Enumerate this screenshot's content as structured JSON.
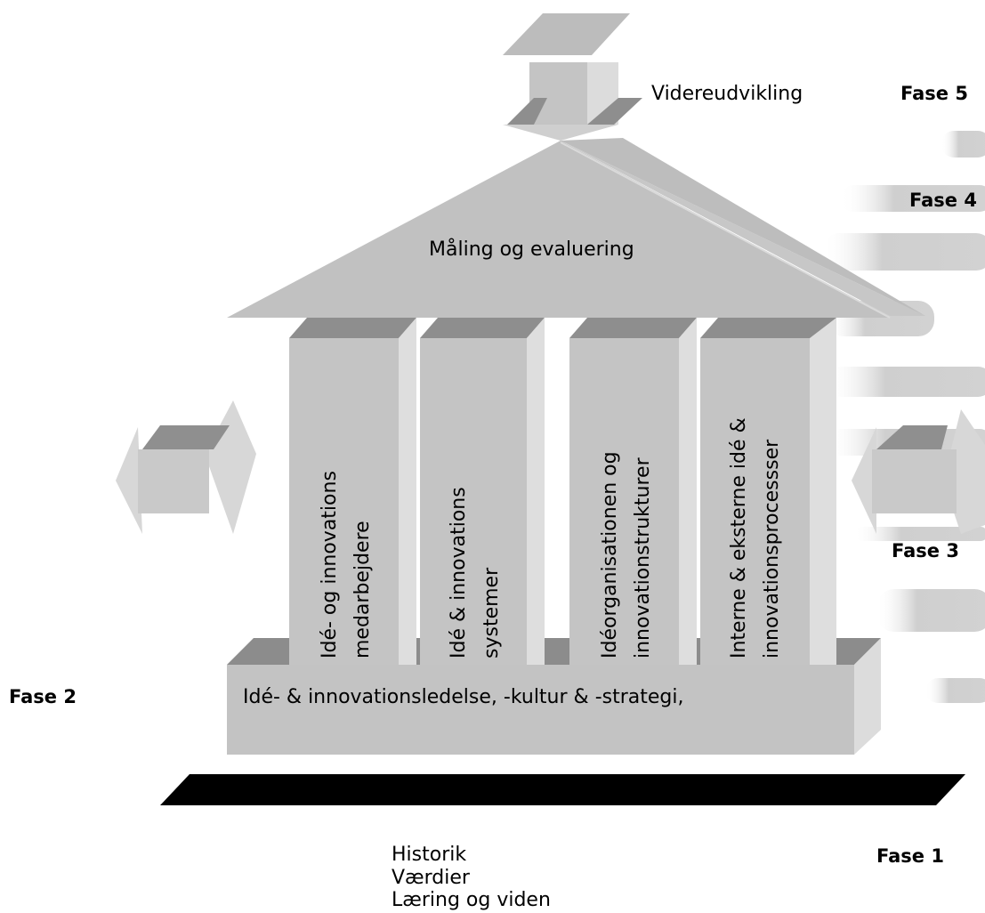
{
  "phases": {
    "fase1": "Fase 1",
    "fase2": "Fase 2",
    "fase3": "Fase 3",
    "fase4": "Fase 4",
    "fase5": "Fase 5"
  },
  "top": {
    "label": "Videreudvikling"
  },
  "roof": {
    "label": "Måling og evaluering"
  },
  "pillars": [
    {
      "line1": "Idé- og innovations",
      "line2": "medarbejdere"
    },
    {
      "line1": "Idé & innovations",
      "line2": "systemer"
    },
    {
      "line1": "Idéorganisationen og",
      "line2": "innovationstrukturer"
    },
    {
      "line1": "Interne & eksterne idé &",
      "line2": "innovationsprocessser"
    }
  ],
  "base": {
    "label": "Idé- & innovationsledelse, -kultur & -strategi,"
  },
  "foundation": {
    "lines": [
      "Historik",
      "Værdier",
      "Læring og viden"
    ]
  }
}
